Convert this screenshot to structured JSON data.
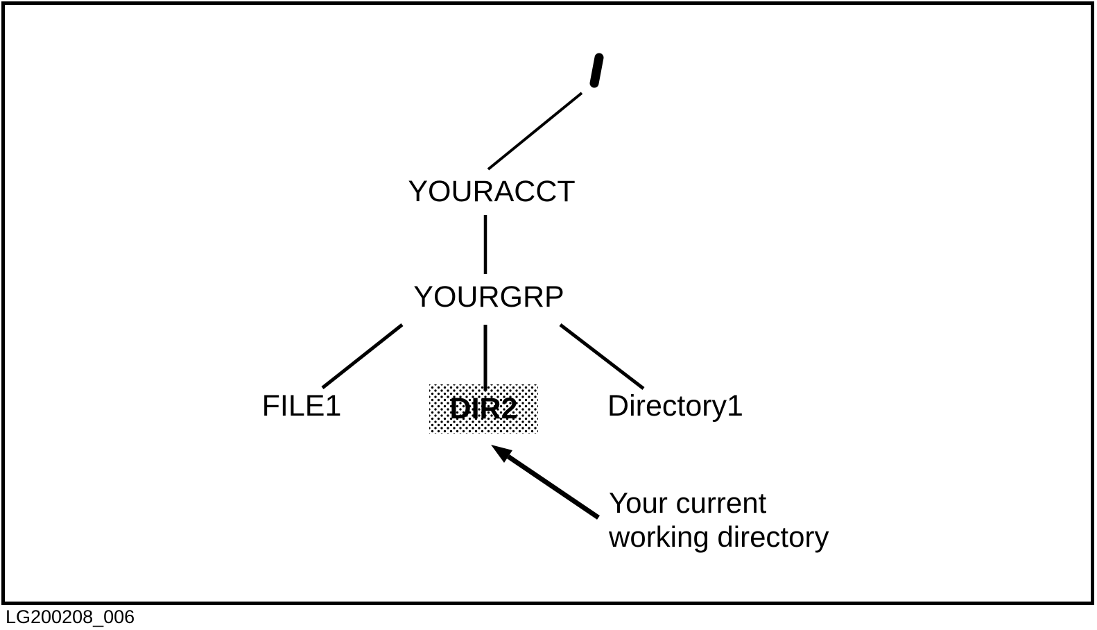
{
  "figure": {
    "caption": "LG200208_006",
    "colors": {
      "ink": "#000000",
      "paper": "#ffffff"
    }
  },
  "tree": {
    "root_label": "/",
    "account_label": "YOURACCT",
    "group_label": "YOURGRP",
    "children": [
      {
        "label": "FILE1",
        "highlighted": false
      },
      {
        "label": "DIR2",
        "highlighted": true
      },
      {
        "label": "Directory1",
        "highlighted": false
      }
    ]
  },
  "annotation": {
    "line1": "Your current",
    "line2": "working directory"
  }
}
